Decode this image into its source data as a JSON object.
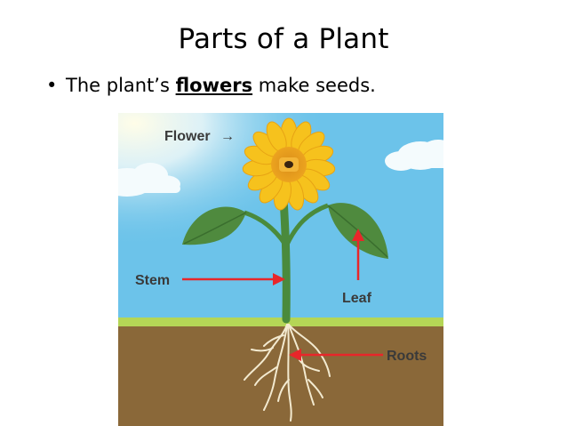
{
  "slide": {
    "title": "Parts of a Plant",
    "bullet": {
      "marker": "•",
      "before": "The plant’s ",
      "keyword": "flowers",
      "after": " make seeds."
    }
  },
  "illustration": {
    "labels": {
      "flower": "Flower",
      "flower_arrow": "→",
      "stem": "Stem",
      "leaf": "Leaf",
      "roots": "Roots"
    },
    "colors": {
      "sky": "#6cc3ea",
      "grass": "#b5d656",
      "soil": "#8a6839",
      "petal": "#f6c21d",
      "leaf": "#4f8a3e",
      "stem": "#4a8a3c",
      "arrow": "#e8262a",
      "roots": "#f3ead0"
    }
  }
}
